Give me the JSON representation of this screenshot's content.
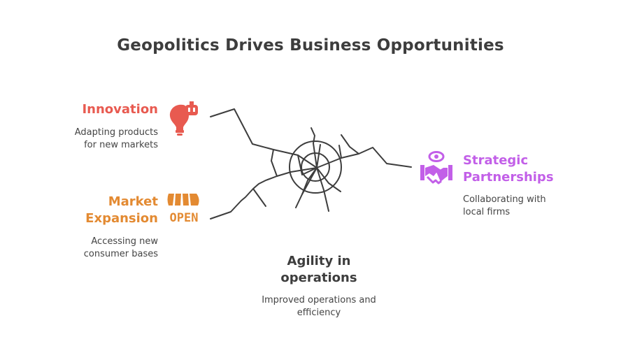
{
  "title": "Geopolitics Drives Business Opportunities",
  "colors": {
    "innovation": "#e85a50",
    "market": "#e38a32",
    "partnerships": "#c25fe8",
    "agility": "#3d3d3d",
    "lines": "#3d3d3d"
  },
  "items": {
    "innovation": {
      "heading": "Innovation",
      "description": [
        "Adapting products",
        "for new markets"
      ],
      "icon": "lightbulb-gear-icon"
    },
    "market": {
      "heading": [
        "Market",
        "Expansion"
      ],
      "description": [
        "Accessing new",
        "consumer bases"
      ],
      "icon": "open-storefront-icon",
      "icon_text": "OPEN"
    },
    "partnerships": {
      "heading": [
        "Strategic",
        "Partnerships"
      ],
      "description": [
        "Collaborating with",
        "local firms"
      ],
      "icon": "handshake-eye-icon"
    },
    "agility": {
      "heading": [
        "Agility in",
        "operations"
      ],
      "description": [
        "Improved operations and",
        "efficiency"
      ]
    }
  }
}
